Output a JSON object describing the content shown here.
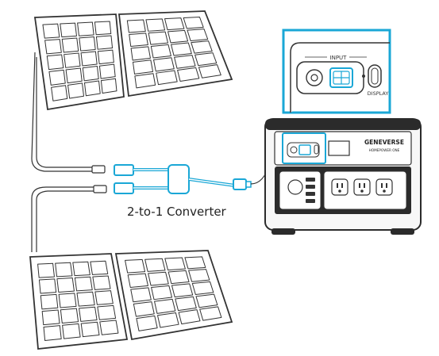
{
  "colors": {
    "accent": "#1aa7d6",
    "line": "#333333",
    "panel_fill": "#ffffff",
    "station_body": "#f7f7f7",
    "station_dark": "#2b2b2b"
  },
  "labels": {
    "converter": "2-to-1 Converter",
    "inset_input": "INPUT",
    "inset_display": "DISPLAY",
    "brand": "GENEVERSE",
    "model": "HOMEPOWER ONE"
  },
  "icons": {
    "top_panel": "solar-panel-icon",
    "bottom_panel": "solar-panel-icon",
    "converter": "y-adapter-icon",
    "station": "power-station-icon"
  }
}
